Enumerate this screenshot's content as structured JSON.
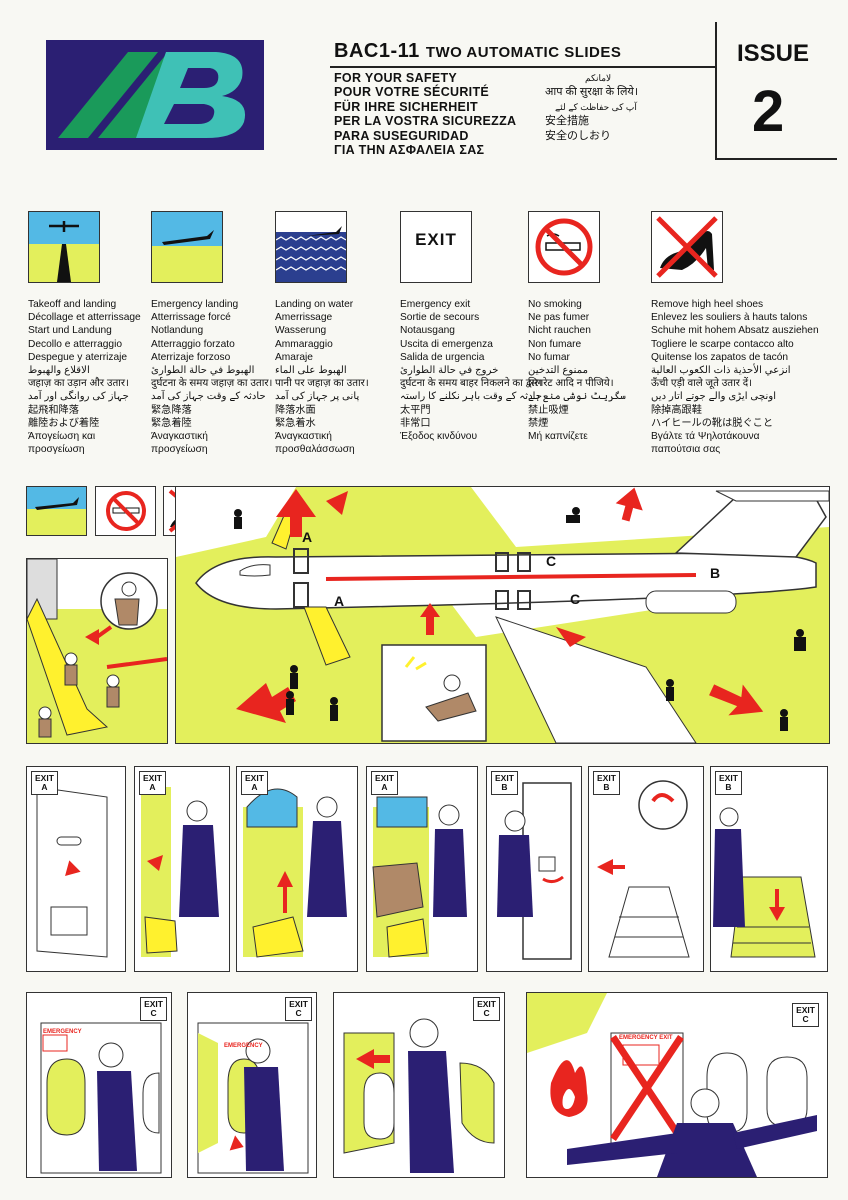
{
  "header": {
    "logo_text": "AB",
    "title": "BAC1-11",
    "subtitle": "TWO AUTOMATIC SLIDES",
    "safety_lines": [
      "FOR YOUR SAFETY",
      "POUR VOTRE SÉCURITÉ",
      "FÜR IHRE SICHERHEIT",
      "PER LA VOSTRA SICUREZZA",
      "PARA SUSEGURIDAD",
      "ΓΙΑ ΤΗΝ ΑΣΦΑΛΕΙΑ ΣΑΣ"
    ],
    "safety_asian": [
      "لامانكم",
      "आप की सुरक्षा के लिये।",
      "آپ کی حفاظت کے لئے",
      "安全措施",
      "安全のしおり"
    ],
    "issue_label": "ISSUE",
    "issue_number": "2"
  },
  "icons": [
    {
      "name": "takeoff-landing",
      "caption": "Takeoff and landing\nDécollage et atterrissage\nStart und Landung\nDecollo e atterraggio\nDespegue y aterrizaje\nالاقلاع والهبوط\nजहाज़ का उड़ान और उतार।\nجہاز کی روانگی اور آمد\n起飛和降落\n離陸および着陸\nΆπογείωση και\nπροσγείωση"
    },
    {
      "name": "emergency-landing",
      "caption": "Emergency landing\nAtterrissage forcé\nNotlandung\nAtterraggio forzato\nAterrizaje forzoso\nالهبوط في حالة الطوارئ\nदुर्घटना के समय जहाज़ का उतार।\nحادثہ کے وقت جہاز کی آمد\n緊急降落\n緊急着陸\nΆναγκαστική\nπροσγείωση"
    },
    {
      "name": "landing-on-water",
      "caption": "Landing on water\nAmerrissage\nWasserung\nAmmaraggio\nAmaraje\nالهبوط على الماء\nपानी पर जहाज़ का उतार।\nپانی پر جہاز کی آمد\n降落水面\n緊急着水\nΆναγκαστική\nπροσθαλάσσωση"
    },
    {
      "name": "emergency-exit",
      "icon_text": "EXIT",
      "caption": "Emergency exit\nSortie de secours\nNotausgang\nUscita di emergenza\nSalida de urgencia\nخروج في حالة الطوارئ\nदुर्घटना के समय बाहर निकलने का द्वार।\nحادثہ کے وقت باہر نکلنے کا راستہ\n太平門\n非常口\nΈξοδος κινδύνου"
    },
    {
      "name": "no-smoking",
      "caption": "No smoking\nNe pas fumer\nNicht rauchen\nNon fumare\nNo fumar\nممنوع التدخين\nसिगरेट आदि न पीजिये।\nسگریٹ نوشی منع ہے\n禁止吸煙\n禁煙\nΜή καπνίζετε"
    },
    {
      "name": "remove-high-heels",
      "caption": "Remove high heel shoes\nEnlevez les souliers à hauts talons\nSchuhe mit hohem Absatz ausziehen\nTogliere le scarpe contacco alto\nQuitense los zapatos de tacón\nانزعي الأحذية ذات الكعوب العالية\nऊँची एड़ी वाले जूते उतार दें।\nاونچی ایڑی والے جوتے اتار دیں\n除掉高跟鞋\nハイヒールの靴は脱ぐこと\nΒγάλτε τά Ψηλοτάκουνα\nπαπούτσια σας"
    }
  ],
  "diagram": {
    "door_labels": [
      "A",
      "A",
      "C",
      "C",
      "B"
    ]
  },
  "steps_row1": [
    {
      "exit": "EXIT",
      "door": "A"
    },
    {
      "exit": "EXIT",
      "door": "A"
    },
    {
      "exit": "EXIT",
      "door": "A"
    },
    {
      "exit": "EXIT",
      "door": "A"
    },
    {
      "exit": "EXIT",
      "door": "B"
    },
    {
      "exit": "EXIT",
      "door": "B"
    },
    {
      "exit": "EXIT",
      "door": "B"
    }
  ],
  "steps_row2": [
    {
      "exit": "EXIT",
      "door": "C",
      "sign": "EMERGENCY"
    },
    {
      "exit": "EXIT",
      "door": "C",
      "sign": "EMERGENCY"
    },
    {
      "exit": "EXIT",
      "door": "C"
    },
    {
      "exit": "EXIT",
      "door": "C",
      "sign": "EMERGENCY EXIT"
    }
  ],
  "colors": {
    "navy": "#2b1f73",
    "green": "#1a9a5a",
    "teal": "#3fc1b6",
    "lime": "#e3ef5c",
    "red": "#e8251f",
    "yellow": "#fff12e",
    "sky": "#53b9e5"
  }
}
